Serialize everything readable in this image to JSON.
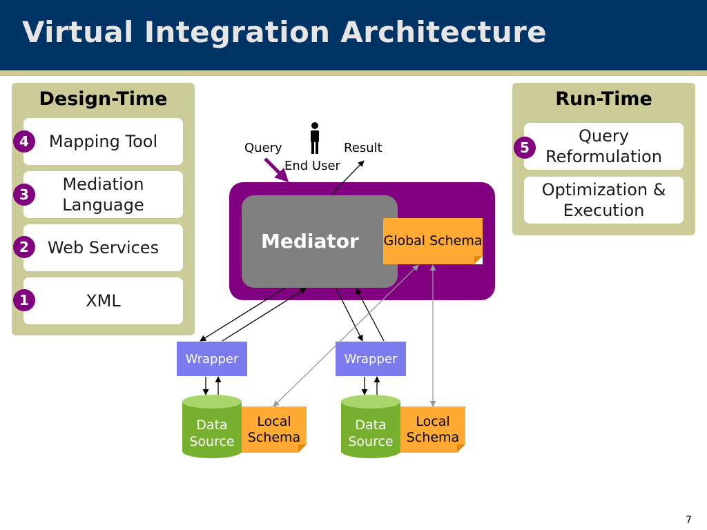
{
  "title": "Virtual Integration Architecture",
  "design_time": {
    "title": "Design-Time",
    "items": [
      {
        "badge": "4",
        "label": "Mapping Tool"
      },
      {
        "badge": "3",
        "label": "Mediation Language"
      },
      {
        "badge": "2",
        "label": "Web Services"
      },
      {
        "badge": "1",
        "label": "XML"
      }
    ]
  },
  "run_time": {
    "title": "Run-Time",
    "items": [
      {
        "badge": "5",
        "label": "Query Reformulation"
      },
      {
        "label": "Optimization & Execution"
      }
    ]
  },
  "diagram": {
    "end_user": "End User",
    "query": "Query",
    "result": "Result",
    "mediator": "Mediator",
    "global_schema": "Global Schema",
    "wrapper_left": "Wrapper",
    "wrapper_right": "Wrapper",
    "data_source_left": "Data Source",
    "data_source_right": "Data Source",
    "local_schema_left": "Local Schema",
    "local_schema_right": "Local Schema"
  },
  "page_number": "7",
  "colors": {
    "header": "#003366",
    "panel": "#cccc99",
    "badge": "#800080",
    "mediator_outer": "#800080",
    "mediator_inner": "#808080",
    "schema_note": "#ffaa33",
    "wrapper": "#7b7bee",
    "data_source": "#77b02e"
  }
}
